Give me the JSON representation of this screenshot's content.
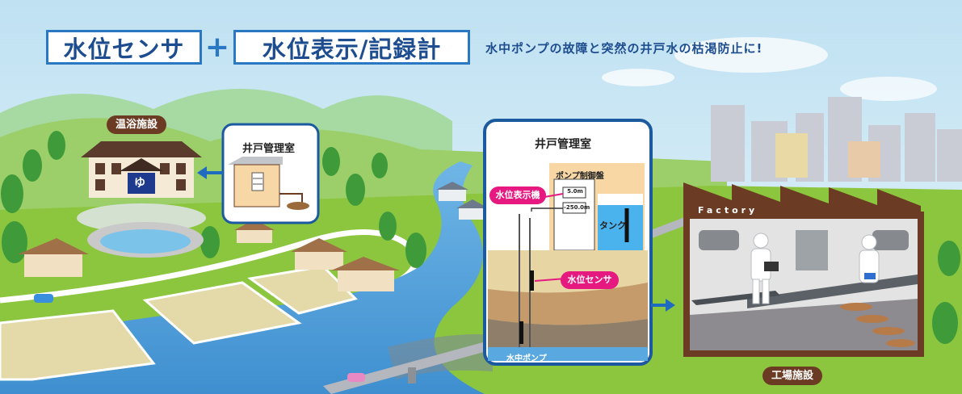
{
  "header": {
    "sensor_title": "水位センサ",
    "plus": "+",
    "display_title": "水位表示/記録計",
    "tagline": "水中ポンプの故障と突然の井戸水の枯渇防止に!"
  },
  "labels": {
    "hot_spring": "温浴施設",
    "well_room_small": "井戸管理室",
    "well_room_large": "井戸管理室",
    "pump_panel": "ポンプ制御盤",
    "level_display": "水位表示機",
    "display_value_top": "5.0m",
    "display_value_bottom": "-250.0m",
    "tank": "タンク",
    "level_sensor": "水位センサ",
    "submersible_pump": "水中ポンプ",
    "factory_sign": "Factory",
    "factory": "工場施設",
    "bath_sign": "ゆ"
  },
  "colors": {
    "sky": "#cfe8f4",
    "header_blue": "#2b78c2",
    "brand_navy": "#1e4d8f",
    "brown": "#6b3b23",
    "magenta": "#e5197f",
    "water": "#5aa8e0",
    "grass": "#8cc63f"
  }
}
